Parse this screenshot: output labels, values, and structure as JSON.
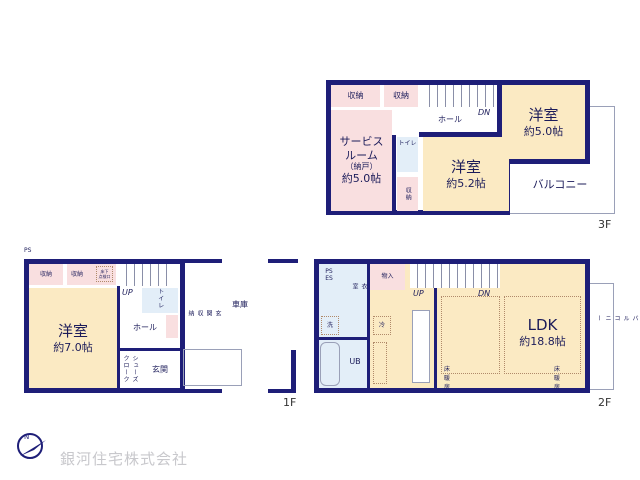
{
  "floor3": {
    "label": "3F",
    "storage1": "収納",
    "storage2": "収納",
    "service_room": [
      "サービス",
      "ルーム",
      "（納戸）",
      "約5.0帖"
    ],
    "hall": "ホール",
    "toilet": "トイレ",
    "storage3": "収納",
    "western_room_a": {
      "name": "洋室",
      "size": "約5.2帖"
    },
    "western_room_b": {
      "name": "洋室",
      "size": "約5.0帖"
    },
    "stairs": "DN",
    "balcony": "バルコニー"
  },
  "floor2": {
    "label": "2F",
    "ps_es": [
      "PS",
      "ES"
    ],
    "closet": "物入",
    "washroom": "洗面脱衣室",
    "washer": "洗",
    "fridge": "冷",
    "bath": "UB",
    "up": "UP",
    "dn": "DN",
    "ldk": {
      "name": "LDK",
      "size": "約18.8帖"
    },
    "floor_heating_1": "床暖房",
    "floor_heating_2": "床暖房",
    "balcony": "バルコニー"
  },
  "floor1": {
    "label": "1F",
    "ps": "PS",
    "storage1": "収納",
    "storage2": "収納",
    "underfloor_hatch": [
      "床下",
      "点検口"
    ],
    "up": "UP",
    "toilet": "トイレ",
    "western_room": {
      "name": "洋室",
      "size": "約7.0帖"
    },
    "hall": "ホール",
    "entrance_storage": "玄関収納",
    "shoe_closet": "シューズクローク",
    "entrance": "玄関",
    "garage": "車庫"
  },
  "logo": {
    "company": "銀河住宅株式会社"
  },
  "colors": {
    "wall": "#1e1e78",
    "room": "#fbeac3",
    "storage": "#f9dfe0",
    "wet": "#e3eef8"
  }
}
